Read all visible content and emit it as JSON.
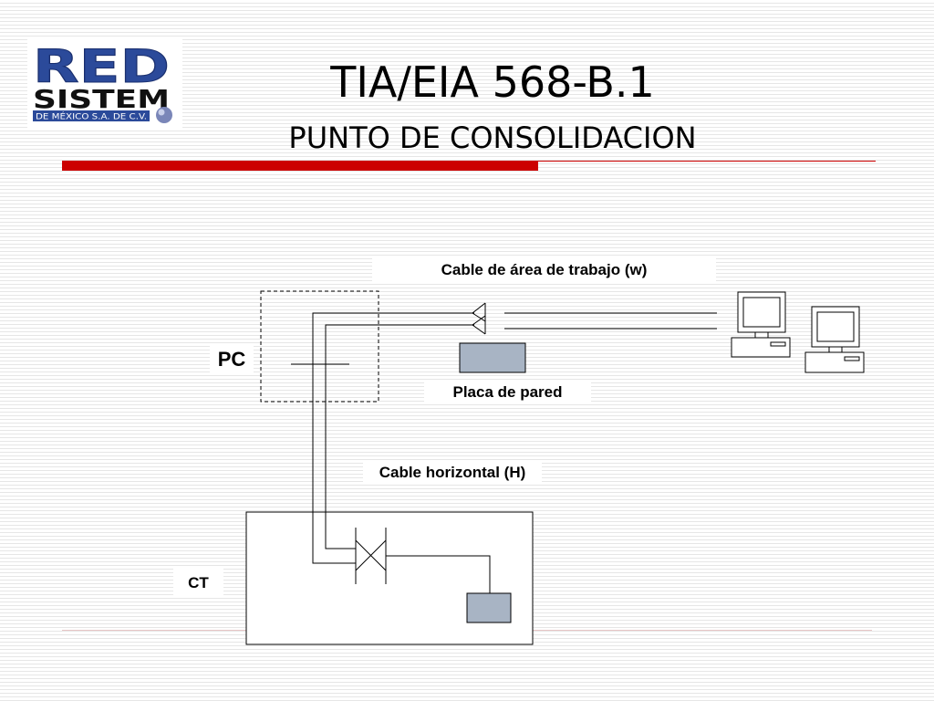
{
  "header": {
    "title": "TIA/EIA 568-B.1",
    "subtitle": "PUNTO DE CONSOLIDACION"
  },
  "logo": {
    "line1": "RED",
    "line2": "SISTEM",
    "line3": "DE MÉXICO S.A. DE C.V.",
    "colors": {
      "blue": "#2b4a9a",
      "black": "#111111"
    }
  },
  "diagram": {
    "work_area_cable_label": "Cable de área de trabajo (w)",
    "consolidation_point_label": "PC",
    "wall_plate_label": "Placa de pared",
    "horizontal_cable_label": "Cable horizontal (H)",
    "telecom_room_label": "CT"
  },
  "colors": {
    "accent_red": "#cc0000",
    "box_fill": "#a8b4c4"
  }
}
